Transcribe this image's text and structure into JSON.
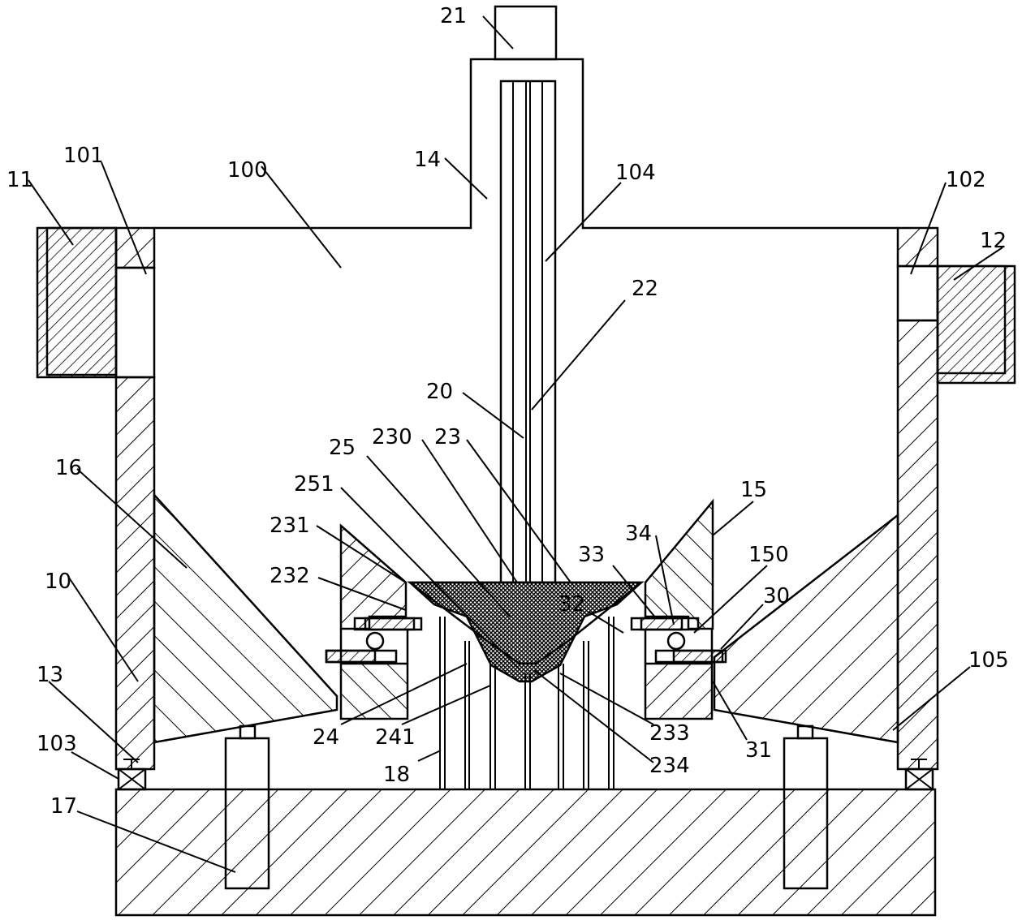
{
  "labels": [
    "21",
    "14",
    "104",
    "100",
    "11",
    "101",
    "102",
    "12",
    "22",
    "20",
    "25",
    "230",
    "23",
    "251",
    "16",
    "231",
    "232",
    "15",
    "150",
    "34",
    "33",
    "30",
    "32",
    "10",
    "105",
    "13",
    "103",
    "24",
    "241",
    "18",
    "233",
    "234",
    "31",
    "17"
  ],
  "colors": {
    "line": "#000000",
    "background": "#ffffff"
  }
}
